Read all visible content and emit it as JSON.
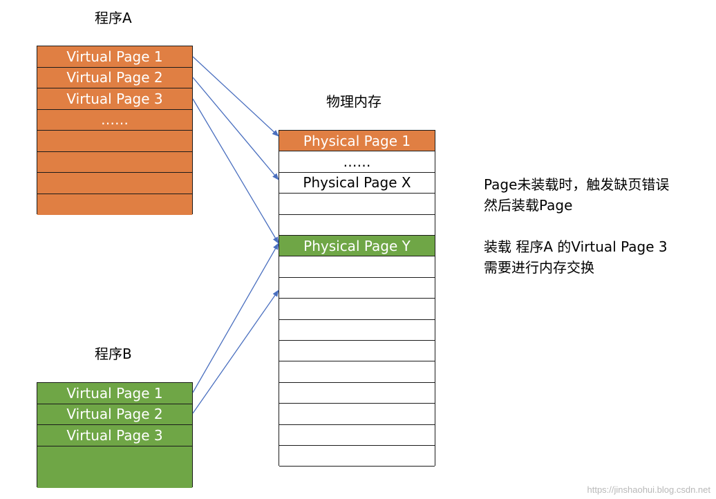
{
  "colors": {
    "orange": "#e07f43",
    "green": "#6fa646",
    "border": "#1a1a1a",
    "arrow": "#4a6fbf",
    "white": "#ffffff"
  },
  "programA": {
    "title": "程序A",
    "cells": [
      "Virtual Page 1",
      "Virtual Page 2",
      "Virtual Page 3",
      "……",
      "",
      "",
      "",
      ""
    ]
  },
  "programB": {
    "title": "程序B",
    "cells": [
      "Virtual Page 1",
      "Virtual Page 2",
      "Virtual Page 3",
      "",
      ""
    ]
  },
  "memory": {
    "title": "物理内存",
    "cells": [
      "Physical Page 1",
      "……",
      "Physical Page X",
      "",
      "",
      "Physical Page Y",
      "",
      "",
      "",
      "",
      "",
      "",
      "",
      "",
      "",
      "",
      ""
    ]
  },
  "notes": {
    "line1": "Page未装载时，触发缺页错误",
    "line2": "然后装载Page",
    "line3": "装载 程序A 的Virtual Page 3",
    "line4": "需要进行内存交换"
  },
  "watermark": "https://jinshaohui.blog.csdn.net"
}
